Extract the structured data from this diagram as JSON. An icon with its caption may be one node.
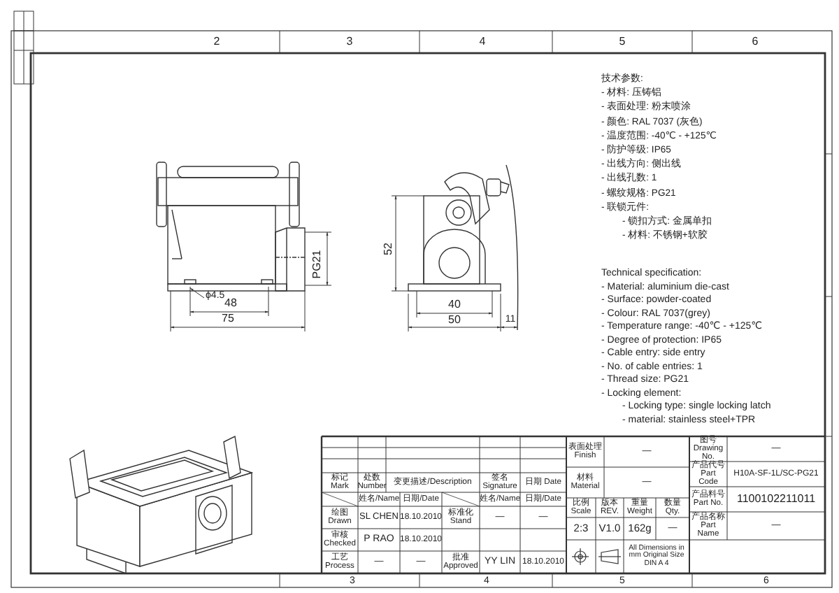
{
  "diagram": {
    "labels": [
      "2",
      "3",
      "4",
      "5",
      "6",
      "技术参数:",
      "- 材料: 压铸铝",
      "- 表面处理: 粉末喷涂",
      "- 颜色: RAL 7037 (灰色)",
      "- 温度范围: -40℃ - +125℃",
      "- 防护等级: IP65",
      "- 出线方向: 侧出线",
      "- 出线孔数: 1",
      "- 螺纹规格: PG21",
      "- 联锁元件:",
      "- 锁扣方式: 金属单扣",
      "- 材料: 不锈钢+软胶",
      "52",
      "PG21",
      "ϕ4.5",
      "48",
      "40",
      "75",
      "50",
      "11",
      "Technical specification:",
      "- Material: aluminium die-cast",
      "- Surface: powder-coated",
      "- Colour: RAL 7037(grey)",
      "- Temperature range: -40℃ - +125℃",
      "- Degree of protection: IP65",
      "- Cable entry: side entry",
      "- No. of cable entries: 1",
      "- Thread size: PG21",
      "- Locking element:",
      "- Locking type: single locking latch",
      "- material: stainless steel+TPR",
      "表面处理 Finish",
      "—",
      "图号 Drawing No.",
      "—",
      "产品代号 Part Code",
      "H10A-SF-1L/SC-PG21",
      "材料 Material",
      "—",
      "标记 Mark",
      "处数 Number",
      "变更描述/Description",
      "签名 Signature",
      "日期 Date",
      "姓名/Name",
      "日期/Date",
      "姓名/Name",
      "日期/Date",
      "比例 Scale",
      "版本 REV.",
      "重量 Weight",
      "数量 Qty.",
      "产品料号 Part No.",
      "1100102211011",
      "产品名称 Part Name",
      "—",
      "绘图 Drawn",
      "SL CHEN",
      "18.10.2010",
      "标准化 Stand",
      "—",
      "—",
      "2:3",
      "V1.0",
      "162g",
      "—",
      "审核 Checked",
      "P RAO",
      "18.10.2010",
      "工艺 Process",
      "—",
      "—",
      "批准 Approved",
      "YY LIN",
      "18.10.2010",
      "All Dimensions in mm Original Size DIN A 4",
      "3",
      "4",
      "5",
      "6"
    ]
  }
}
